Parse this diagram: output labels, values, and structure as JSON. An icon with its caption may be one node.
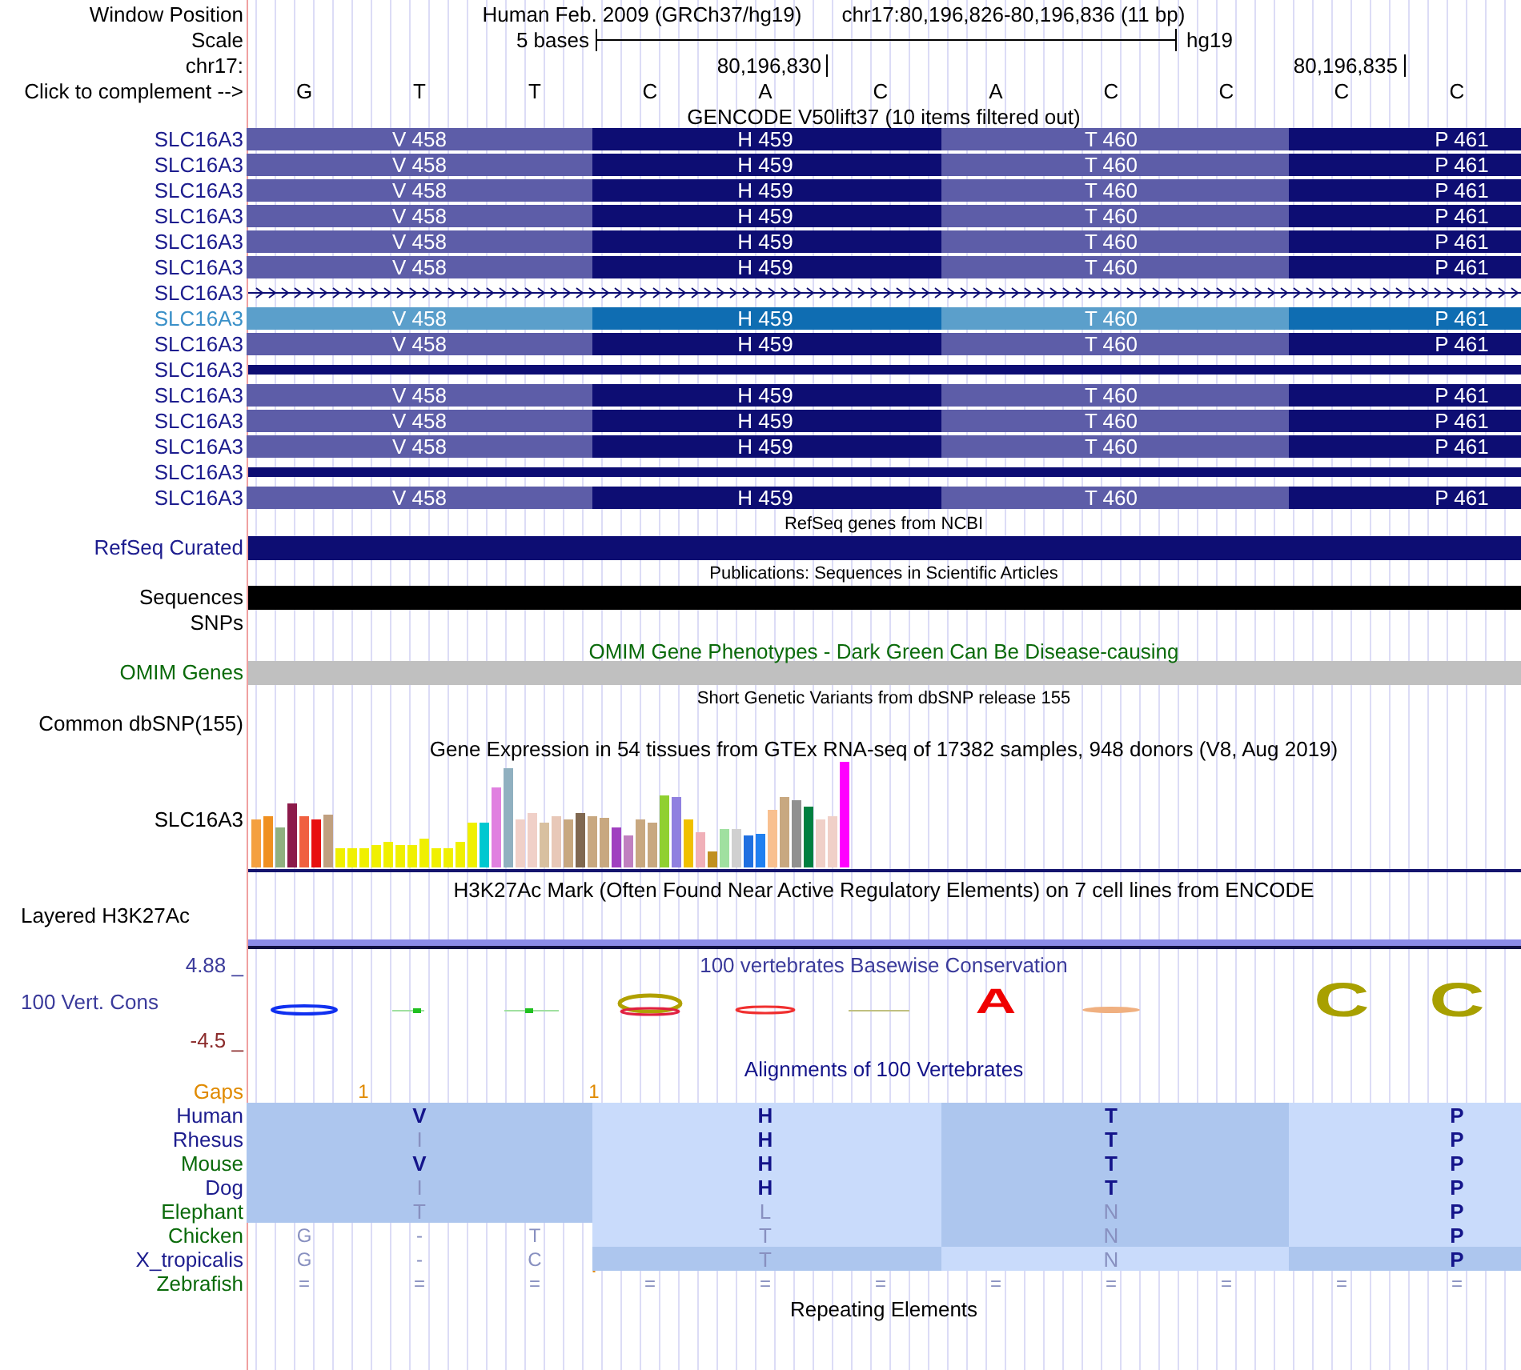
{
  "diagram": {
    "nodes": [
      {
        "text": [
          "V 458"
        ]
      },
      {
        "text": [
          "H 459"
        ]
      },
      {
        "text": [
          "T 460"
        ]
      },
      {
        "text": [
          "P 461"
        ]
      },
      {
        "text": [
          "V 458"
        ]
      },
      {
        "text": [
          "H 459"
        ]
      },
      {
        "text": [
          "T 460"
        ]
      },
      {
        "text": [
          "P 461"
        ]
      },
      {
        "text": [
          "V 458"
        ]
      },
      {
        "text": [
          "H 459"
        ]
      },
      {
        "text": [
          "T 460"
        ]
      },
      {
        "text": [
          "P 461"
        ]
      },
      {
        "text": [
          "V 458"
        ]
      },
      {
        "text": [
          "H 459"
        ]
      },
      {
        "text": [
          "T 460"
        ]
      },
      {
        "text": [
          "P 461"
        ]
      },
      {
        "text": [
          "V 458"
        ]
      },
      {
        "text": [
          "H 459"
        ]
      },
      {
        "text": [
          "T 460"
        ]
      },
      {
        "text": [
          "P 461"
        ]
      },
      {
        "text": [
          "V 458"
        ]
      },
      {
        "text": [
          "H 459"
        ]
      },
      {
        "text": [
          "T 460"
        ]
      },
      {
        "text": [
          "P 461"
        ]
      },
      {
        "text": [],
        "shape": "bar"
      },
      {
        "text": [
          "V 458"
        ]
      },
      {
        "text": [
          "H 459"
        ]
      },
      {
        "text": [
          "T 460"
        ]
      },
      {
        "text": [
          "P 461"
        ]
      },
      {
        "text": [
          "V 458"
        ]
      },
      {
        "text": [
          "H 459"
        ]
      },
      {
        "text": [
          "T 460"
        ]
      },
      {
        "text": [
          "P 461"
        ]
      },
      {
        "text": [],
        "shape": "bar"
      },
      {
        "text": [
          "V 458"
        ]
      },
      {
        "text": [
          "H 459"
        ]
      },
      {
        "text": [
          "T 460"
        ]
      },
      {
        "text": [
          "P 461"
        ]
      },
      {
        "text": [
          "V 458"
        ]
      },
      {
        "text": [
          "H 459"
        ]
      },
      {
        "text": [
          "T 460"
        ]
      },
      {
        "text": [
          "P 461"
        ]
      },
      {
        "text": [
          "V 458"
        ]
      },
      {
        "text": [
          "H 459"
        ]
      },
      {
        "text": [
          "T 460"
        ]
      },
      {
        "text": [
          "P 461"
        ]
      },
      {
        "text": [],
        "shape": "bar"
      },
      {
        "text": [
          "V 458"
        ]
      },
      {
        "text": [
          "H 459"
        ]
      },
      {
        "text": [
          "T 460"
        ]
      },
      {
        "text": [
          "P 461"
        ]
      },
      {
        "text": [],
        "shape": "bar"
      },
      {
        "text": [],
        "shape": "bar"
      },
      {
        "text": [],
        "shape": "bar"
      },
      {
        "text": [
          "V"
        ]
      },
      {
        "text": [
          "H"
        ]
      },
      {
        "text": [
          "T"
        ]
      },
      {
        "text": [
          "P"
        ]
      },
      {
        "text": [
          "I"
        ]
      },
      {
        "text": [
          "H"
        ]
      },
      {
        "text": [
          "T"
        ]
      },
      {
        "text": [
          "P"
        ]
      },
      {
        "text": [
          "V"
        ]
      },
      {
        "text": [
          "H"
        ]
      },
      {
        "text": [
          "T"
        ]
      },
      {
        "text": [
          "P"
        ]
      },
      {
        "text": [
          "I"
        ]
      },
      {
        "text": [
          "H"
        ]
      },
      {
        "text": [
          "T"
        ]
      },
      {
        "text": [
          "P"
        ]
      },
      {
        "text": [
          "T"
        ]
      },
      {
        "text": [
          "L"
        ]
      },
      {
        "text": [
          "N"
        ]
      },
      {
        "text": [
          "P"
        ]
      },
      {
        "text": [
          "T"
        ]
      },
      {
        "text": [
          "N"
        ]
      },
      {
        "text": [
          "P"
        ]
      },
      {
        "text": [
          "T"
        ]
      },
      {
        "text": [
          "N"
        ]
      },
      {
        "text": [
          "P"
        ]
      }
    ],
    "labels": [
      "Window Position",
      "Human Feb. 2009 (GRCh37/hg19)",
      "chr17:80,196,826-80,196,836 (11 bp)",
      "Scale",
      "5 bases",
      "hg19",
      "chr17:",
      "80,196,830",
      "80,196,835",
      "Click to complement -->",
      "G",
      "T",
      "T",
      "C",
      "A",
      "C",
      "A",
      "C",
      "C",
      "C",
      "C",
      "GENCODE V50lift37 (10 items filtered out)",
      "SLC16A3",
      "SLC16A3",
      "SLC16A3",
      "SLC16A3",
      "SLC16A3",
      "SLC16A3",
      "SLC16A3",
      "SLC16A3",
      "SLC16A3",
      "SLC16A3",
      "SLC16A3",
      "SLC16A3",
      "SLC16A3",
      "SLC16A3",
      "SLC16A3",
      "RefSeq genes from NCBI",
      "RefSeq Curated",
      "Publications: Sequences in Scientific Articles",
      "Sequences",
      "SNPs",
      "OMIM Gene Phenotypes - Dark Green Can Be Disease-causing",
      "OMIM Genes",
      "Short Genetic Variants from dbSNP release 155",
      "Common dbSNP(155)",
      "Gene Expression in 54 tissues from GTEx RNA-seq of 17382 samples, 948 donors (V8, Aug 2019)",
      "SLC16A3",
      "H3K27Ac Mark (Often Found Near Active Regulatory Elements) on 7 cell lines from ENCODE",
      "Layered H3K27Ac",
      "4.88 _",
      "100 vertebrates Basewise Conservation",
      "100 Vert. Cons",
      "-4.5 _",
      "A",
      "C",
      "C",
      "Alignments of 100 Vertebrates",
      "Gaps",
      "1",
      "1",
      "Human",
      "Rhesus",
      "Mouse",
      "Dog",
      "Elephant",
      "Chicken",
      "X_tropicalis",
      "Zebrafish",
      "G",
      "-",
      "T",
      "G",
      "-",
      "C",
      "=",
      "=",
      "=",
      "=",
      "=",
      "=",
      "=",
      "=",
      "=",
      "=",
      "=",
      "Repeating Elements"
    ]
  }
}
